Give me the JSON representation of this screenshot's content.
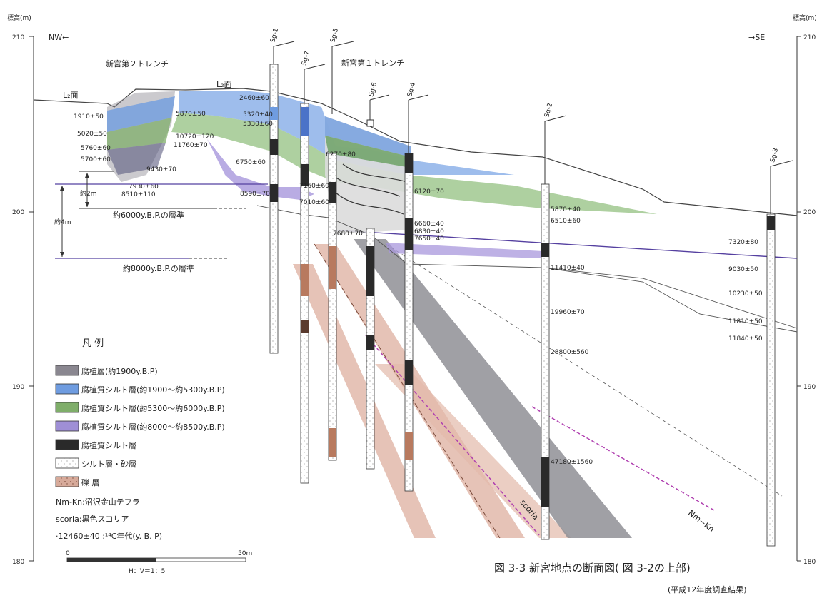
{
  "axis": {
    "unit_label": "標高(m)",
    "ticks": [
      {
        "elevation": 210,
        "label": "210"
      },
      {
        "elevation": 200,
        "label": "200"
      },
      {
        "elevation": 190,
        "label": "190"
      },
      {
        "elevation": 180,
        "label": "180"
      }
    ]
  },
  "directions": {
    "left": "NW←",
    "right": "→SE"
  },
  "trenches": {
    "trench2": "新宮第２トレンチ",
    "trench1": "新宮第１トレンチ"
  },
  "surfaces": {
    "l2_left": "L₂面",
    "l2_center": "L₂面"
  },
  "boreholes": [
    "Sg-1",
    "Sg-7",
    "Sg-5",
    "Sg-6",
    "Sg-4",
    "Sg-2",
    "Sg-3"
  ],
  "dates": {
    "t2": [
      "1910±50",
      "5020±50",
      "5760±60",
      "5700±60",
      "9430±70",
      "7930±60",
      "8510±110"
    ],
    "sg1": [
      "2460±60",
      "5870±50",
      "5320±40",
      "5330±60",
      "6750±60",
      "8590±70"
    ],
    "sg7": [
      "10720±120",
      "11760±70",
      "7160±60",
      "7010±60"
    ],
    "sg5": [
      "6270±80",
      "7680±70"
    ],
    "sg4": [
      "6120±70",
      "6660±40",
      "6830±40",
      "7650±40"
    ],
    "sg2": [
      "5870±40",
      "6510±60",
      "11410±40",
      "19960±70",
      "28800±560",
      "47180±1560"
    ],
    "sg3": [
      "7320±80",
      "9030±50",
      "10230±50",
      "11810±50",
      "11840±50"
    ]
  },
  "reference": {
    "approx2m": "約2m",
    "approx4m": "約4m",
    "level6000": "約6000y.B.P.の層準",
    "level8000": "約8000y.B.P.の層準"
  },
  "legend": {
    "title": "凡 例",
    "items": [
      {
        "label": "腐植層(約1900y.B.P)",
        "color": "#8a8790"
      },
      {
        "label": "腐植質シルト層(約1900〜約5300y.B.P)",
        "color": "#6f9ce0"
      },
      {
        "label": "腐植質シルト層(約5300〜約6000y.B.P)",
        "color": "#7fae6a"
      },
      {
        "label": "腐植質シルト層(約8000〜約8500y.B.P)",
        "color": "#9f8fd6"
      },
      {
        "label": "腐植質シルト層",
        "color": "#2a2a2a"
      },
      {
        "label": "シルト層・砂層",
        "color": "#ffffff"
      },
      {
        "label": "礫 層",
        "color": "#d7aa9a"
      }
    ],
    "notes": [
      "Nm-Kn:沼沢金山テフラ",
      "scoria:黒色スコリア",
      "·12460±40 :¹⁴C年代(y. B. P)"
    ]
  },
  "scale": {
    "zero": "0",
    "end": "50m",
    "ratio": "H：V＝1：5"
  },
  "annotations": {
    "scoria": "scoria",
    "nmkn": "Nm−Kn"
  },
  "caption": {
    "figure": "図 3-3 新宮地点の断面図( 図 3-2の上部)",
    "sub": "(平成12年度調査結果)"
  }
}
